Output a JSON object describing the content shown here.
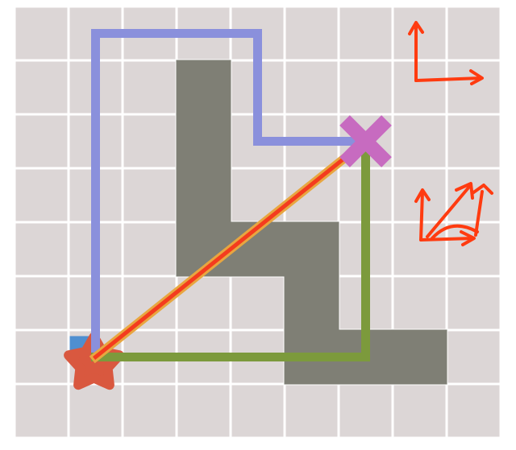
{
  "grid": {
    "columns": 9,
    "rows": 8,
    "cell_color": "#dcd6d6",
    "line_color": "#ffffff"
  },
  "obstacles": {
    "color": "#7f7f75",
    "cells": [
      [
        3,
        1
      ],
      [
        3,
        2
      ],
      [
        3,
        3
      ],
      [
        3,
        4
      ],
      [
        4,
        4
      ],
      [
        5,
        4
      ],
      [
        5,
        5
      ],
      [
        5,
        6
      ],
      [
        6,
        6
      ],
      [
        7,
        6
      ]
    ]
  },
  "start": {
    "cell": [
      1,
      6
    ],
    "marker_color": "#d9583f",
    "square_color": "#4f8fd0",
    "icon": "star-icon"
  },
  "goal": {
    "cell": [
      6,
      2
    ],
    "marker_color": "#c76bc0",
    "icon": "cross-icon"
  },
  "paths": [
    {
      "color": "#8a90dc",
      "description_only": "purple-path",
      "points": [
        [
          1.5,
          6.5
        ],
        [
          1.5,
          0.5
        ],
        [
          4.5,
          0.5
        ],
        [
          4.5,
          2.5
        ],
        [
          6.5,
          2.5
        ]
      ]
    },
    {
      "color": "#7c9a3c",
      "description_only": "green-path",
      "points": [
        [
          1.5,
          6.5
        ],
        [
          6.5,
          6.5
        ],
        [
          6.5,
          2.5
        ]
      ]
    },
    {
      "color": "#e8a640",
      "description_only": "straight-path-under",
      "points": [
        [
          1.5,
          6.5
        ],
        [
          6.5,
          2.5
        ]
      ]
    },
    {
      "color": "#f43c1e",
      "description_only": "straight-path",
      "points": [
        [
          1.5,
          6.5
        ],
        [
          6.5,
          2.5
        ]
      ]
    }
  ],
  "annotations": {
    "color": "#ff3b10",
    "icons": [
      "axes-arrows-icon",
      "triangle-vector-sketch-icon"
    ]
  }
}
